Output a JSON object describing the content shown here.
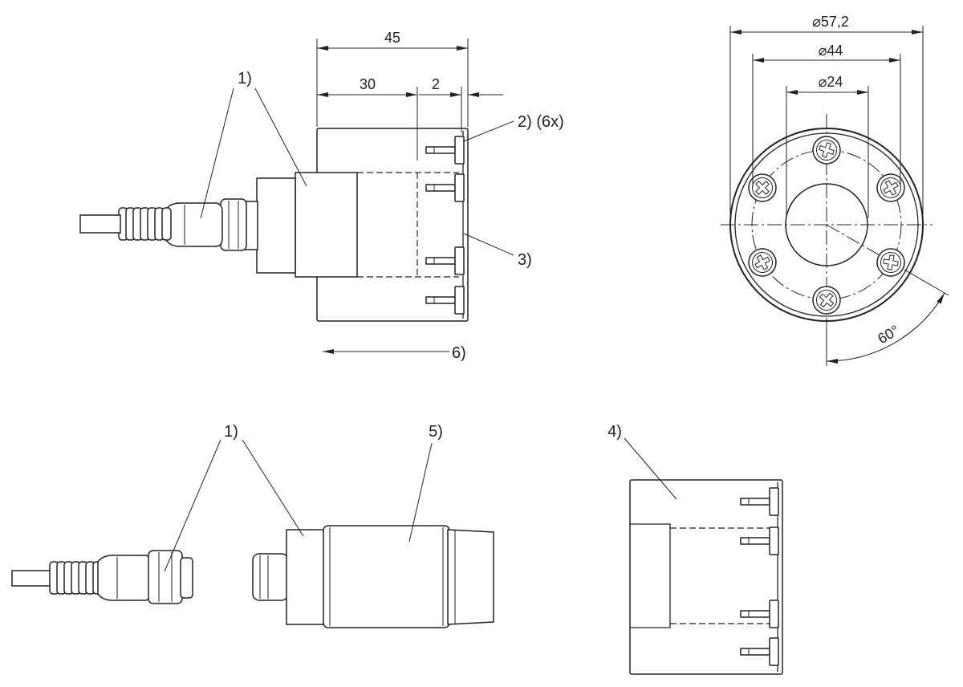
{
  "side_view": {
    "dim_total": "45",
    "dim_sensor": "30",
    "dim_plate": "2",
    "callout_sensor": "1)",
    "callout_screws": "2) (6x)",
    "callout_plate": "3)",
    "callout_direction": "6)"
  },
  "front_view": {
    "dia_outer": "⌀57,2",
    "dia_bolt_circle": "⌀44",
    "dia_bore": "⌀24",
    "angle": "60°"
  },
  "sensor_view": {
    "callout_sensor": "1)",
    "callout_housing": "5)"
  },
  "mount_view": {
    "callout_mount": "4)"
  },
  "colors": {
    "line": "#222222",
    "background": "#ffffff"
  }
}
